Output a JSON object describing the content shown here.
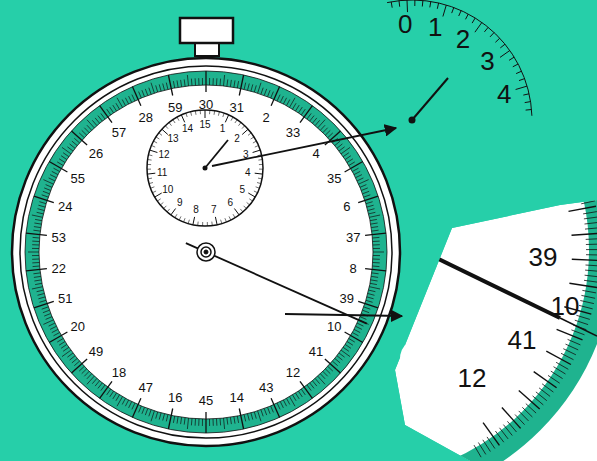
{
  "diagram": {
    "labels": [
      "30",
      "31",
      "2",
      "33",
      "4",
      "35",
      "6",
      "37",
      "8",
      "39",
      "10",
      "41",
      "12",
      "43",
      "14",
      "45",
      "16",
      "47",
      "18",
      "49",
      "20",
      "51",
      "22",
      "53",
      "24",
      "55",
      "26",
      "57",
      "28",
      "59",
      "15",
      "1",
      "2",
      "3",
      "4",
      "5",
      "6",
      "7",
      "8",
      "9",
      "10",
      "11",
      "12",
      "13",
      "14",
      "0",
      "1",
      "2",
      "3",
      "4",
      "39",
      "10",
      "41",
      "12"
    ]
  }
}
